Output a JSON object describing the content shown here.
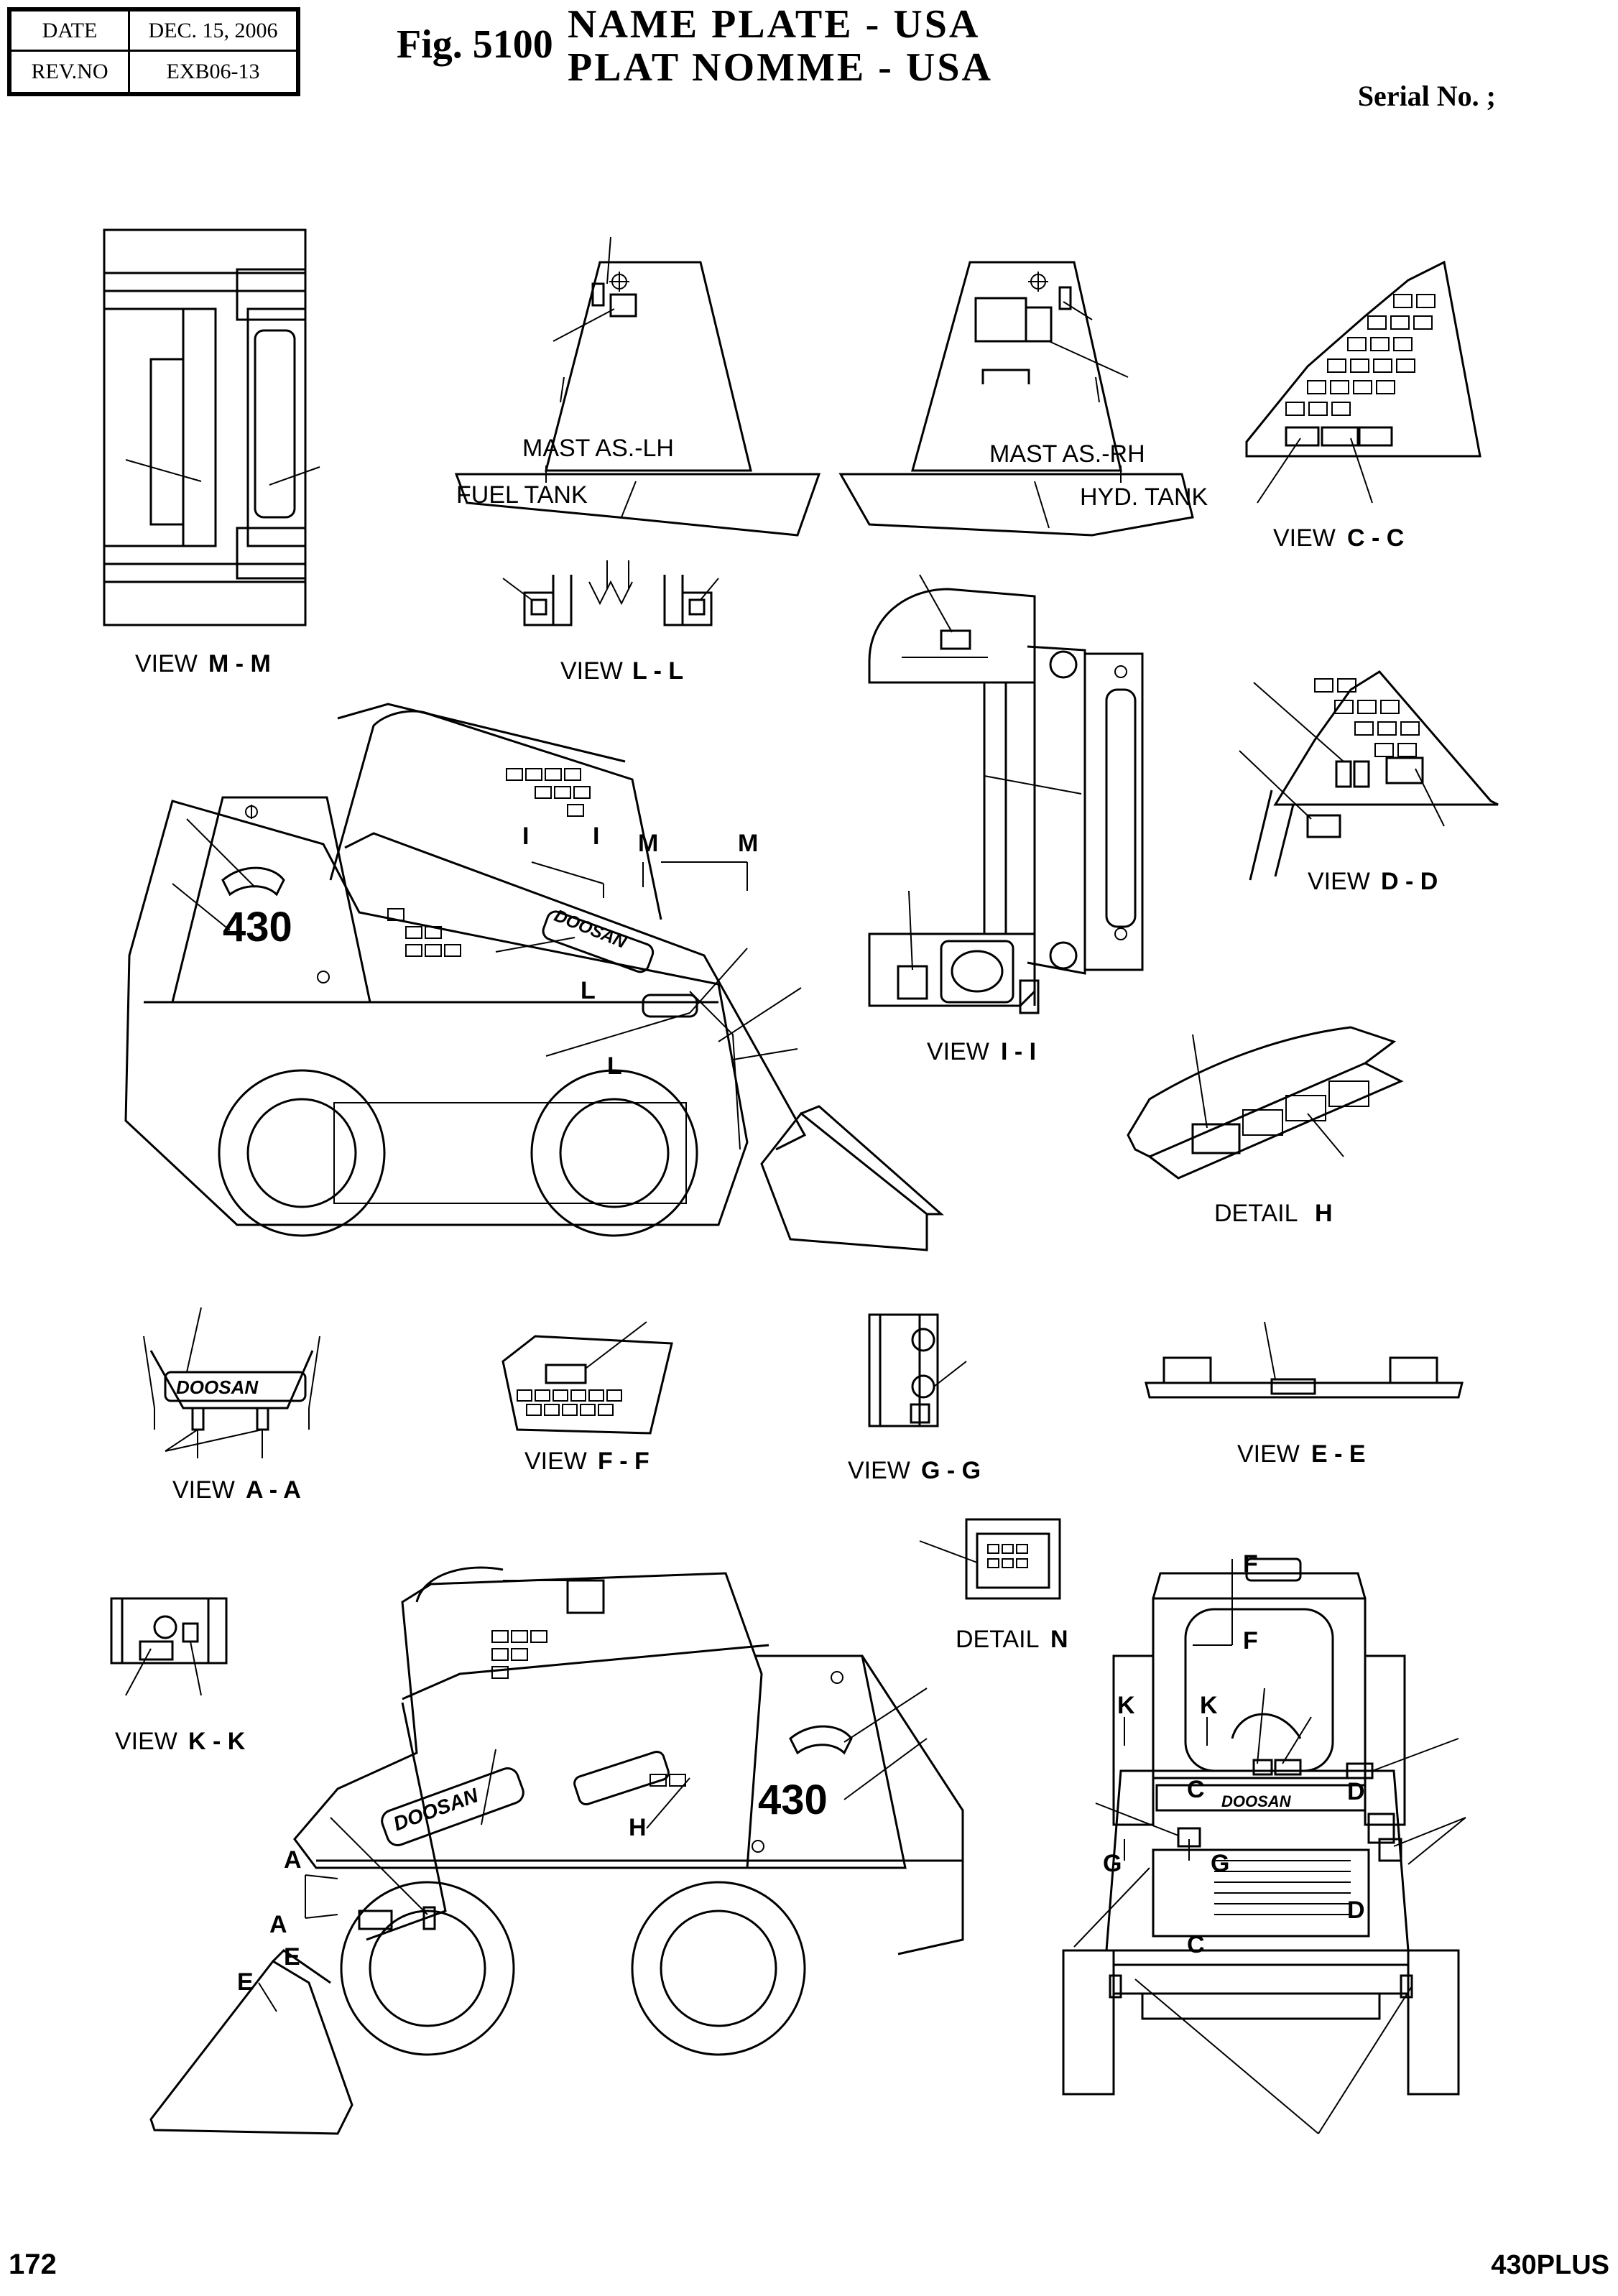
{
  "header": {
    "date_label": "DATE",
    "date_value": "DEC. 15, 2006",
    "rev_label": "REV.NO",
    "rev_value": "EXB06-13",
    "fig": "Fig. 5100",
    "title_en": "NAME PLATE - USA",
    "title_fr": "PLAT NOMME - USA",
    "serial": "Serial No. ;"
  },
  "labels": {
    "mast_lh": "MAST AS.-LH",
    "fuel_tank": "FUEL TANK",
    "mast_rh": "MAST AS.-RH",
    "hyd_tank": "HYD. TANK",
    "view_word": "VIEW",
    "detail_word": "DETAIL",
    "mm": "M - M",
    "ll": "L - L",
    "cc": "C - C",
    "dd": "D - D",
    "ii": "I - I",
    "aa": "A - A",
    "ff": "F - F",
    "gg": "G - G",
    "ee": "E - E",
    "kk": "K - K",
    "h": "H",
    "n": "N",
    "brand": "DOOSAN",
    "model_no": "430",
    "letters": {
      "i": "I",
      "m": "M",
      "l": "L",
      "a": "A",
      "e": "E",
      "f": "F",
      "k": "K",
      "c": "C",
      "d": "D",
      "g": "G"
    }
  },
  "footer": {
    "page": "172",
    "model": "430PLUS"
  }
}
